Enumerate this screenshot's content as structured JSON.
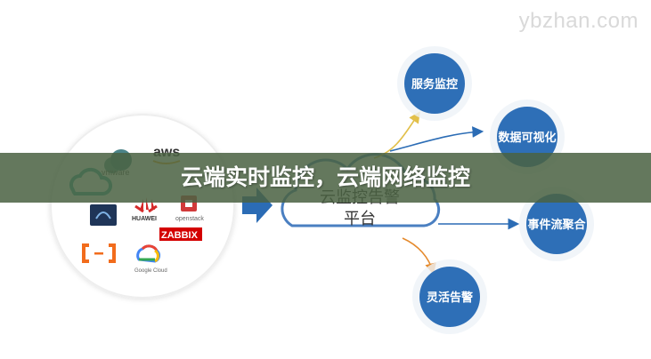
{
  "watermark": "ybzhan.com",
  "banner_title": "云端实时监控，云端网络监控",
  "center": {
    "line1": "云监控告警",
    "line2": "平台"
  },
  "nodes": {
    "service": "服务监控",
    "visual": "数据可视化",
    "event": "事件流聚合",
    "alert": "灵活告警"
  },
  "logos": {
    "aws": "aws",
    "vmware": "vmware",
    "huawei": "HUAWEI",
    "openstack": "openstack",
    "zabbix": "ZABBIX",
    "google": "Google Cloud"
  },
  "colors": {
    "node_blue": "#2e6fb7",
    "cloud_stroke": "#4a7fc1",
    "arrow_blue": "#2b6cb5",
    "arrow_yellow": "#e2c04a",
    "arrow_orange": "#e58a2d",
    "banner": "#4a6242"
  }
}
